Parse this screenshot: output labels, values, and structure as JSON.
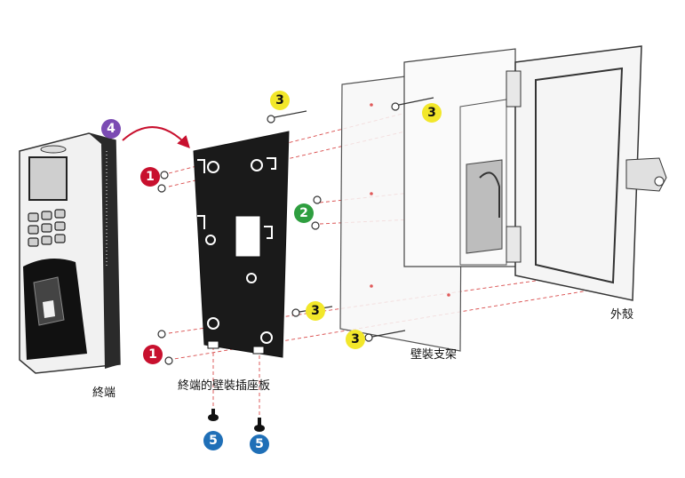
{
  "labels": {
    "terminal": "終端",
    "mount_plate": "終端的壁裝插座板",
    "wall_bracket": "壁裝支架",
    "housing": "外殼"
  },
  "badges": {
    "one": "1",
    "two": "2",
    "three": "3",
    "four": "4",
    "five": "5"
  },
  "colors": {
    "red": "#c8102e",
    "green": "#2e9e3f",
    "yellow": "#f2e72a",
    "purple": "#7b4bb3",
    "blue": "#1f6fb7",
    "guide_line": "#d94b4b"
  }
}
